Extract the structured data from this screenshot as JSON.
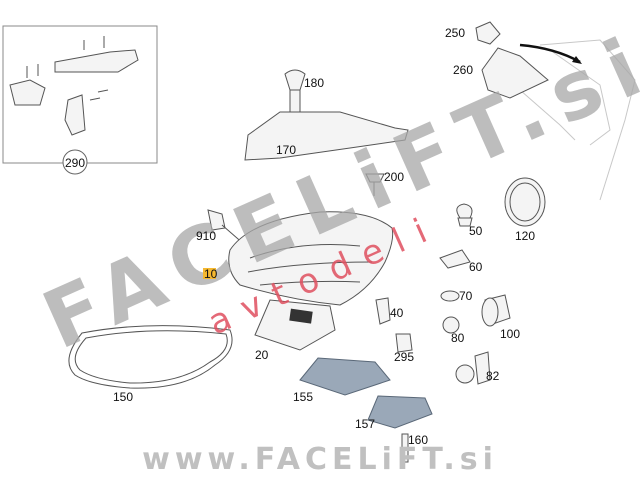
{
  "diagram": {
    "highlight_color": "#f5b830",
    "watermark_color": "#a8a8a8",
    "watermark_accent_color": "#e05060",
    "labels": {
      "p290": "290",
      "p180": "180",
      "p170": "170",
      "p250": "250",
      "p260": "260",
      "p200": "200",
      "p910": "910",
      "p50": "50",
      "p120": "120",
      "p10": "10",
      "p60": "60",
      "p70": "70",
      "p40": "40",
      "p100": "100",
      "p80": "80",
      "p20": "20",
      "p295": "295",
      "p82": "82",
      "p150": "150",
      "p155": "155",
      "p157": "157",
      "p160": "160"
    },
    "watermark": {
      "brand": "FACELiFT.si",
      "sub": "avtodeli",
      "url": "www.FACELiFT.si"
    }
  }
}
